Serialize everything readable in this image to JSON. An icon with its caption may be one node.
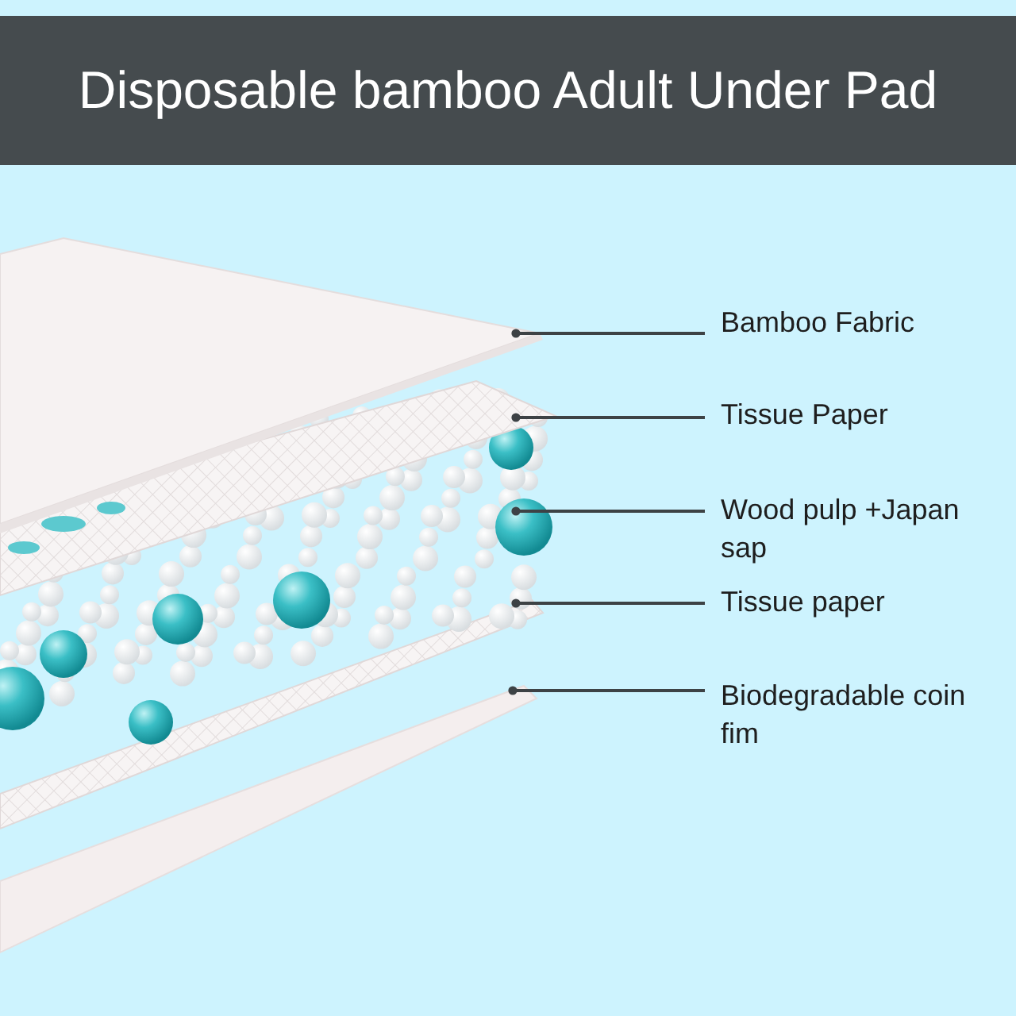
{
  "diagram": {
    "title": "Disposable bamboo Adult Under Pad",
    "nodes": [
      {
        "text": [
          "Bamboo Fabric"
        ]
      },
      {
        "text": [
          "Tissue Paper"
        ]
      },
      {
        "text": [
          "Wood pulp +Japan sap"
        ]
      },
      {
        "text": [
          "Tissue paper"
        ]
      },
      {
        "text": [
          "Biodegradable coin fim"
        ]
      }
    ],
    "edges": [
      {
        "from": 0,
        "to": null,
        "arrow": "other"
      },
      {
        "from": 1,
        "to": null,
        "arrow": "other"
      },
      {
        "from": 2,
        "to": null,
        "arrow": "other"
      },
      {
        "from": 3,
        "to": null,
        "arrow": "other"
      },
      {
        "from": 4,
        "to": null,
        "arrow": "other"
      }
    ]
  }
}
